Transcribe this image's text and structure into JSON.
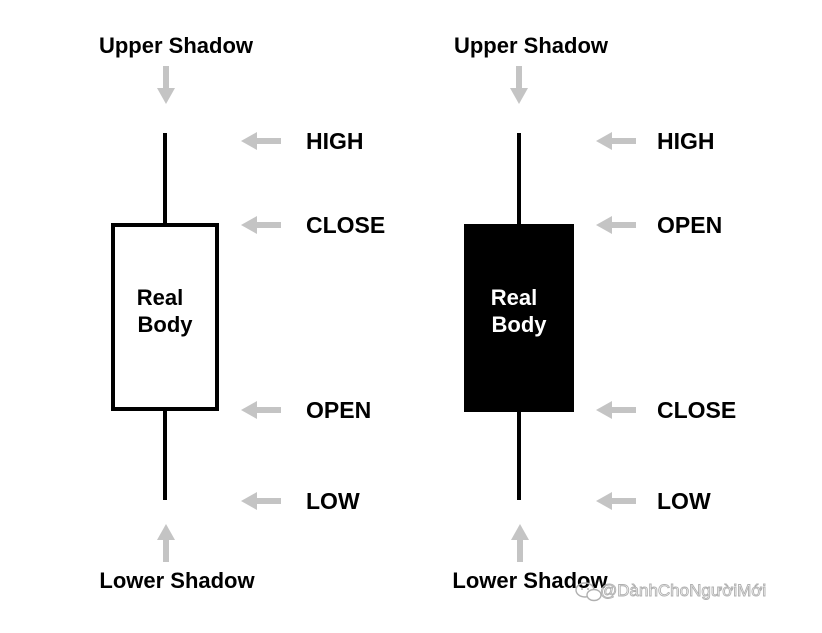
{
  "colors": {
    "ink": "#000000",
    "arrow": "#c4c4c4",
    "body_fill_bullish": "#ffffff",
    "body_fill_bearish": "#000000",
    "body_text_bullish": "#000000",
    "body_text_bearish": "#ffffff",
    "watermark": "#b0b0b0"
  },
  "candles": [
    {
      "id": "bullish",
      "upper_label": "Upper Shadow",
      "lower_label": "Lower Shadow",
      "body_label_line1": "Real",
      "body_label_line2": "Body",
      "levels": [
        "HIGH",
        "CLOSE",
        "OPEN",
        "LOW"
      ]
    },
    {
      "id": "bearish",
      "upper_label": "Upper Shadow",
      "lower_label": "Lower Shadow",
      "body_label_line1": "Real",
      "body_label_line2": "Body",
      "levels": [
        "HIGH",
        "OPEN",
        "CLOSE",
        "LOW"
      ]
    }
  ],
  "watermark": {
    "text": "@DànhChoNgườiMới",
    "icon": "wechat-like-chat-icon"
  }
}
